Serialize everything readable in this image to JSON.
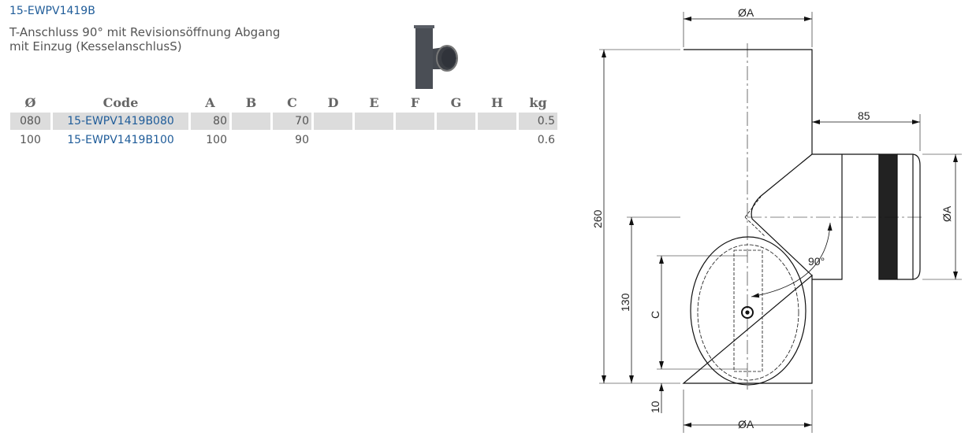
{
  "product": {
    "code": "15-EWPV1419B",
    "description_line1": "T-Anschluss 90° mit Revisionsöffnung Abgang",
    "description_line2": "mit Einzug (KesselanschlusS)"
  },
  "table": {
    "headers": [
      "Ø",
      "Code",
      "A",
      "B",
      "C",
      "D",
      "E",
      "F",
      "G",
      "H",
      "kg"
    ],
    "rows": [
      [
        "080",
        "15-EWPV1419B080",
        "80",
        "",
        "70",
        "",
        "",
        "",
        "",
        "",
        "0.5"
      ],
      [
        "100",
        "15-EWPV1419B100",
        "100",
        "",
        "90",
        "",
        "",
        "",
        "",
        "",
        "0.6"
      ]
    ]
  },
  "drawing": {
    "dim_top": "ØA",
    "dim_bottom": "ØA",
    "dim_branch_diameter": "ØA",
    "dim_branch_length": "85",
    "dim_height": "260",
    "dim_branch_height": "130",
    "dim_c": "C",
    "dim_base": "10",
    "angle": "90°"
  }
}
